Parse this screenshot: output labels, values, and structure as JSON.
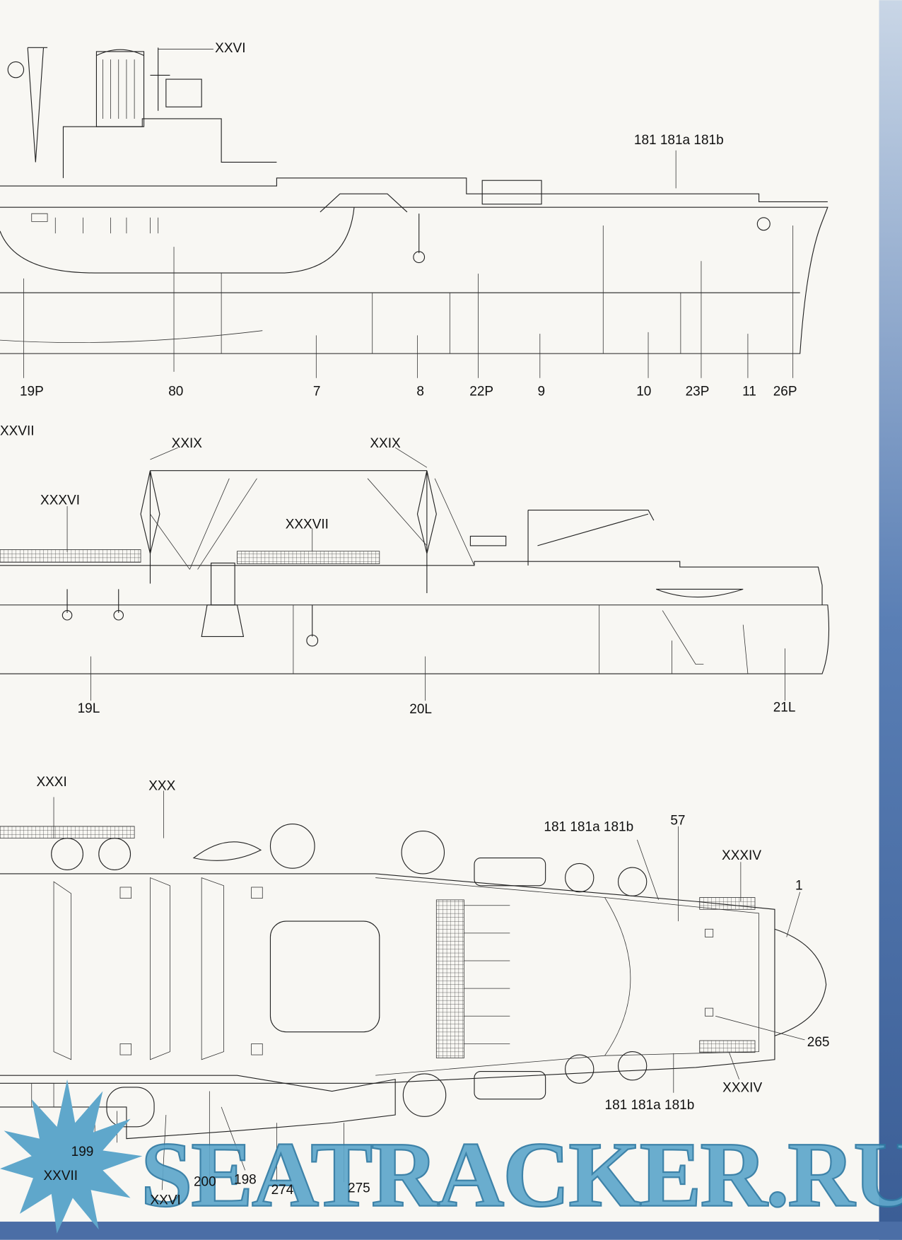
{
  "profile_starboard": {
    "labels": [
      "XXVI",
      "181 181a 181b",
      "19P",
      "80",
      "7",
      "8",
      "22P",
      "9",
      "10",
      "23P",
      "11",
      "26P"
    ]
  },
  "profile_port": {
    "labels": [
      "XXVII",
      "XXIX",
      "XXIX",
      "XXXVI",
      "XXXVII",
      "19L",
      "20L",
      "21L"
    ]
  },
  "plan_view": {
    "labels": [
      "XXXI",
      "XXX",
      "181 181a 181b",
      "57",
      "XXXIV",
      "1",
      "265",
      "XXXIV",
      "181 181a 181b",
      "199",
      "XXVII",
      "200",
      "198",
      "XXVI",
      "274",
      "275"
    ]
  },
  "watermark": "SEATRACKER.RU",
  "colors": {
    "paper": "#f8f7f3",
    "ink": "#222222",
    "watermark": "#5fa7cb",
    "sea_edge": "#5a7fb5"
  }
}
